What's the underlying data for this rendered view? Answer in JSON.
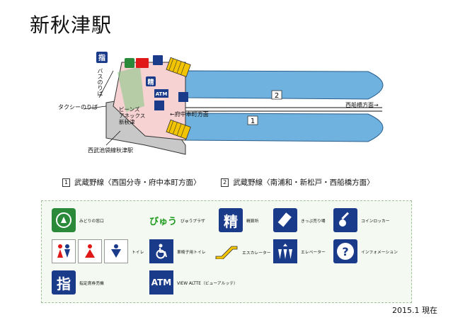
{
  "title": "新秋津駅",
  "map": {
    "bus_stop": "バスのりば",
    "taxi_stop": "タクシーのりば",
    "shop": [
      "ビーンズ",
      "アネックス",
      "新秋津"
    ],
    "fuchu_direction": "←府中本町方面",
    "funabashi_direction": "西船橋方面→",
    "seibu_station": "西武池袋線秋津駅",
    "platform_1": "1",
    "platform_2": "2",
    "atm": "ATM",
    "seisan": "精",
    "shitei": "指"
  },
  "lines": {
    "line1_no": "1",
    "line1": "武蔵野線〈西国分寺・府中本町方面〉",
    "line2_no": "2",
    "line2": "武蔵野線〈南浦和・新松戸・西船橋方面〉"
  },
  "legend": {
    "midori": "みどりの窓口",
    "view_plaza_logo": "びゅう",
    "view_plaza": "びゅうプラザ",
    "seisan_glyph": "精",
    "seisan": "精算所",
    "ticket": "きっぷ売り場",
    "locker": "コインロッカー",
    "toilet": "トイレ",
    "accessible_toilet": "車椅子用トイレ",
    "escalator": "エスカレーター",
    "elevator": "エレベーター",
    "info": "インフォメーション",
    "info_glyph": "?",
    "shitei_glyph": "指",
    "shitei": "指定席券売機",
    "atm_glyph": "ATM",
    "atm": "VIEW ALTTE（ビューアルッテ）"
  },
  "date": "2015.1 現在",
  "colors": {
    "platform": "#6fb2e0",
    "concourse": "#f6d2d2",
    "ground": "#c8c8c8",
    "green": "#2a8a3a",
    "navy": "#1a3a8a",
    "female": "#e01818"
  }
}
